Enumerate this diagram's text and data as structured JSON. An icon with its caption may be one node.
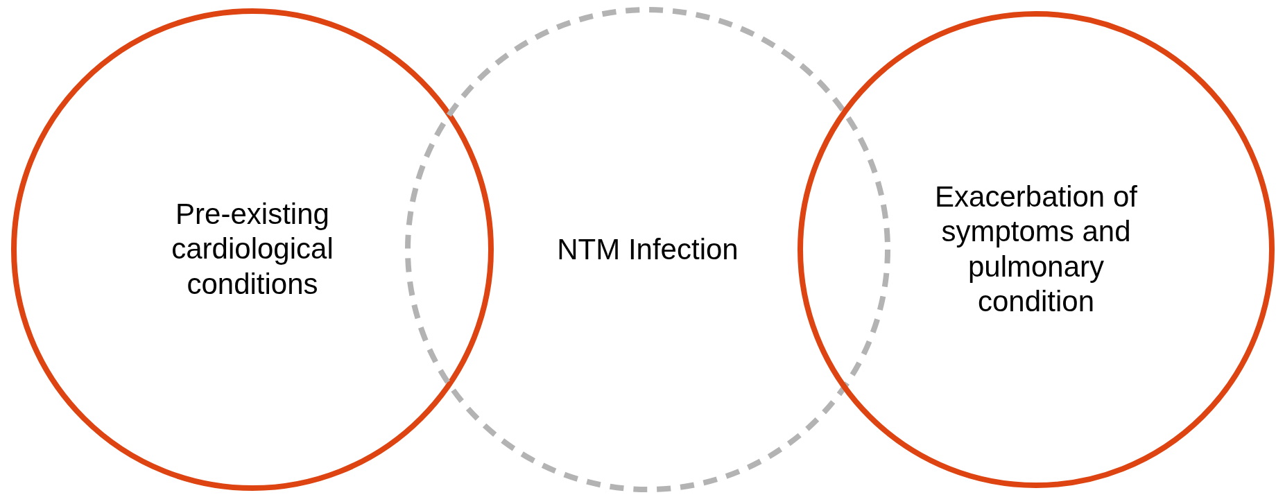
{
  "diagram": {
    "nodes": [
      {
        "text": [
          "Pre-existing cardiological conditions"
        ]
      },
      {
        "text": [
          "NTM Infection"
        ]
      },
      {
        "text": [
          "Exacerbation of symptoms and pulmonary condition"
        ]
      }
    ]
  }
}
